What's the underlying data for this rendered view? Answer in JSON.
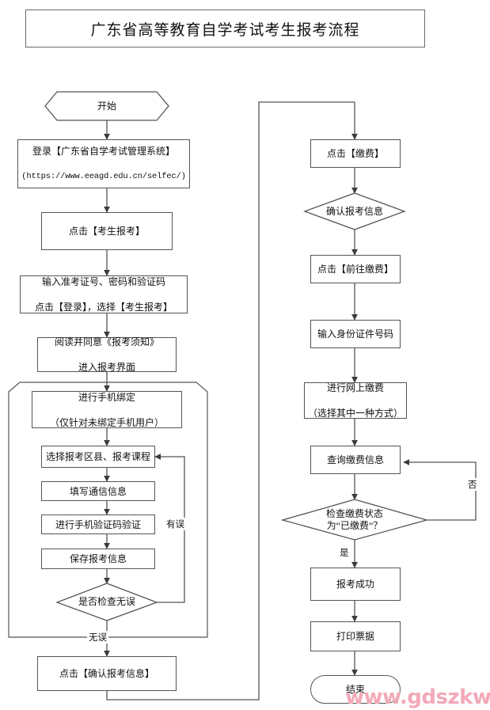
{
  "title": {
    "text": "广东省高等教育自学考试考生报考流程"
  },
  "watermark": {
    "text": "www.gdszkw.com",
    "color": "#f2a9b8"
  },
  "colors": {
    "stroke": "#555555",
    "title_border": "#6b6b6b",
    "text": "#111111",
    "background": "#ffffff",
    "watermark": "#f2a9b8"
  },
  "chart_data": {
    "type": "diagram",
    "diagram_kind": "flowchart",
    "title": "广东省高等教育自学考试考生报考流程",
    "orientation": "two-column top-to-bottom",
    "nodes": [
      {
        "id": "start",
        "shape": "hexagon",
        "text": "开始",
        "column": "left"
      },
      {
        "id": "login",
        "shape": "rect",
        "text": "登录【广东省自学考试管理系统】",
        "text2": "(https://www.eeagd.edu.cn/selfec/)",
        "column": "left"
      },
      {
        "id": "click_exam",
        "shape": "rect",
        "text": "点击【考生报考】",
        "column": "left"
      },
      {
        "id": "enter_cred",
        "shape": "rect",
        "text": "输入准考证号、密码和验证码",
        "text2": "点击【登录】，选择【考生报考】",
        "column": "left"
      },
      {
        "id": "read_terms",
        "shape": "rect",
        "text": "阅读并同意《报考须知》",
        "text2": "进入报考界面",
        "column": "left"
      },
      {
        "id": "bind_phone",
        "shape": "rect",
        "text": "进行手机绑定",
        "text2": "（仅针对未绑定手机用户）",
        "column": "left",
        "group": "registration-group"
      },
      {
        "id": "select_area",
        "shape": "rect",
        "text": "选择报考区县、报考课程",
        "column": "left",
        "group": "registration-group"
      },
      {
        "id": "fill_info",
        "shape": "rect",
        "text": "填写通信信息",
        "column": "left",
        "group": "registration-group"
      },
      {
        "id": "verify_sms",
        "shape": "rect",
        "text": "进行手机验证码验证",
        "column": "left",
        "group": "registration-group"
      },
      {
        "id": "save_info",
        "shape": "rect",
        "text": "保存报考信息",
        "column": "left",
        "group": "registration-group"
      },
      {
        "id": "check_ok",
        "shape": "diamond",
        "text": "是否检查无误",
        "column": "left",
        "group": "registration-group"
      },
      {
        "id": "confirm",
        "shape": "rect",
        "text": "点击【确认报考信息】",
        "column": "left"
      },
      {
        "id": "click_pay",
        "shape": "rect",
        "text": "点击【缴费】",
        "column": "right"
      },
      {
        "id": "confirm_reg",
        "shape": "diamond",
        "text": "确认报考信息",
        "column": "right"
      },
      {
        "id": "goto_pay",
        "shape": "rect",
        "text": "点击【前往缴费】",
        "column": "right"
      },
      {
        "id": "enter_id",
        "shape": "rect",
        "text": "输入身份证件号码",
        "column": "right"
      },
      {
        "id": "online_pay",
        "shape": "rect",
        "text": "进行网上缴费",
        "text2": "（选择其中一种方式）",
        "column": "right"
      },
      {
        "id": "query_pay",
        "shape": "rect",
        "text": "查询缴费信息",
        "column": "right"
      },
      {
        "id": "check_paid",
        "shape": "diamond",
        "text": "检查缴费状态",
        "text2": "为“已缴费”？",
        "column": "right"
      },
      {
        "id": "success",
        "shape": "rect",
        "text": "报考成功",
        "column": "right"
      },
      {
        "id": "print",
        "shape": "rect",
        "text": "打印票据",
        "column": "right"
      },
      {
        "id": "end",
        "shape": "rounded",
        "text": "结束",
        "column": "right"
      }
    ],
    "edges": [
      {
        "from": "start",
        "to": "login",
        "label": ""
      },
      {
        "from": "login",
        "to": "click_exam",
        "label": ""
      },
      {
        "from": "click_exam",
        "to": "enter_cred",
        "label": ""
      },
      {
        "from": "enter_cred",
        "to": "read_terms",
        "label": ""
      },
      {
        "from": "read_terms",
        "to": "bind_phone",
        "label": ""
      },
      {
        "from": "bind_phone",
        "to": "select_area",
        "label": ""
      },
      {
        "from": "select_area",
        "to": "fill_info",
        "label": ""
      },
      {
        "from": "fill_info",
        "to": "verify_sms",
        "label": ""
      },
      {
        "from": "verify_sms",
        "to": "save_info",
        "label": ""
      },
      {
        "from": "save_info",
        "to": "check_ok",
        "label": ""
      },
      {
        "from": "check_ok",
        "to": "select_area",
        "label": "有误"
      },
      {
        "from": "check_ok",
        "to": "confirm",
        "label": "无误"
      },
      {
        "from": "confirm",
        "to": "click_pay",
        "label": ""
      },
      {
        "from": "click_pay",
        "to": "confirm_reg",
        "label": ""
      },
      {
        "from": "confirm_reg",
        "to": "goto_pay",
        "label": ""
      },
      {
        "from": "goto_pay",
        "to": "enter_id",
        "label": ""
      },
      {
        "from": "enter_id",
        "to": "online_pay",
        "label": ""
      },
      {
        "from": "online_pay",
        "to": "query_pay",
        "label": ""
      },
      {
        "from": "query_pay",
        "to": "check_paid",
        "label": ""
      },
      {
        "from": "check_paid",
        "to": "query_pay",
        "label": "否"
      },
      {
        "from": "check_paid",
        "to": "success",
        "label": "是"
      },
      {
        "from": "success",
        "to": "print",
        "label": ""
      },
      {
        "from": "print",
        "to": "end",
        "label": ""
      }
    ],
    "groups": [
      {
        "id": "registration-group",
        "label": "",
        "shape": "chamfered-rect"
      }
    ],
    "edge_labels": [
      "有误",
      "无误",
      "否",
      "是"
    ]
  },
  "nodes": {
    "start": {
      "text": "开始"
    },
    "login": {
      "line1": "登录【广东省自学考试管理系统】",
      "line2": "(https://www.eeagd.edu.cn/selfec/)"
    },
    "click_exam": {
      "text": "点击【考生报考】"
    },
    "enter_cred": {
      "line1": "输入准考证号、密码和验证码",
      "line2": "点击【登录】，选择【考生报考】"
    },
    "read_terms": {
      "line1": "阅读并同意《报考须知》",
      "line2": "进入报考界面"
    },
    "bind_phone": {
      "line1": "进行手机绑定",
      "line2": "（仅针对未绑定手机用户）"
    },
    "select_area": {
      "text": "选择报考区县、报考课程"
    },
    "fill_info": {
      "text": "填写通信信息"
    },
    "verify_sms": {
      "text": "进行手机验证码验证"
    },
    "save_info": {
      "text": "保存报考信息"
    },
    "check_ok": {
      "text": "是否检查无误"
    },
    "confirm": {
      "text": "点击【确认报考信息】"
    },
    "click_pay": {
      "text": "点击【缴费】"
    },
    "confirm_reg": {
      "text": "确认报考信息"
    },
    "goto_pay": {
      "text": "点击【前往缴费】"
    },
    "enter_id": {
      "text": "输入身份证件号码"
    },
    "online_pay": {
      "line1": "进行网上缴费",
      "line2": "（选择其中一种方式）"
    },
    "query_pay": {
      "text": "查询缴费信息"
    },
    "check_paid": {
      "line1": "检查缴费状态",
      "line2": "为“已缴费”？"
    },
    "success": {
      "text": "报考成功"
    },
    "print": {
      "text": "打印票据"
    },
    "end": {
      "text": "结束"
    }
  },
  "edge_labels": {
    "error": "有误",
    "no_error": "无误",
    "no": "否",
    "yes": "是"
  }
}
